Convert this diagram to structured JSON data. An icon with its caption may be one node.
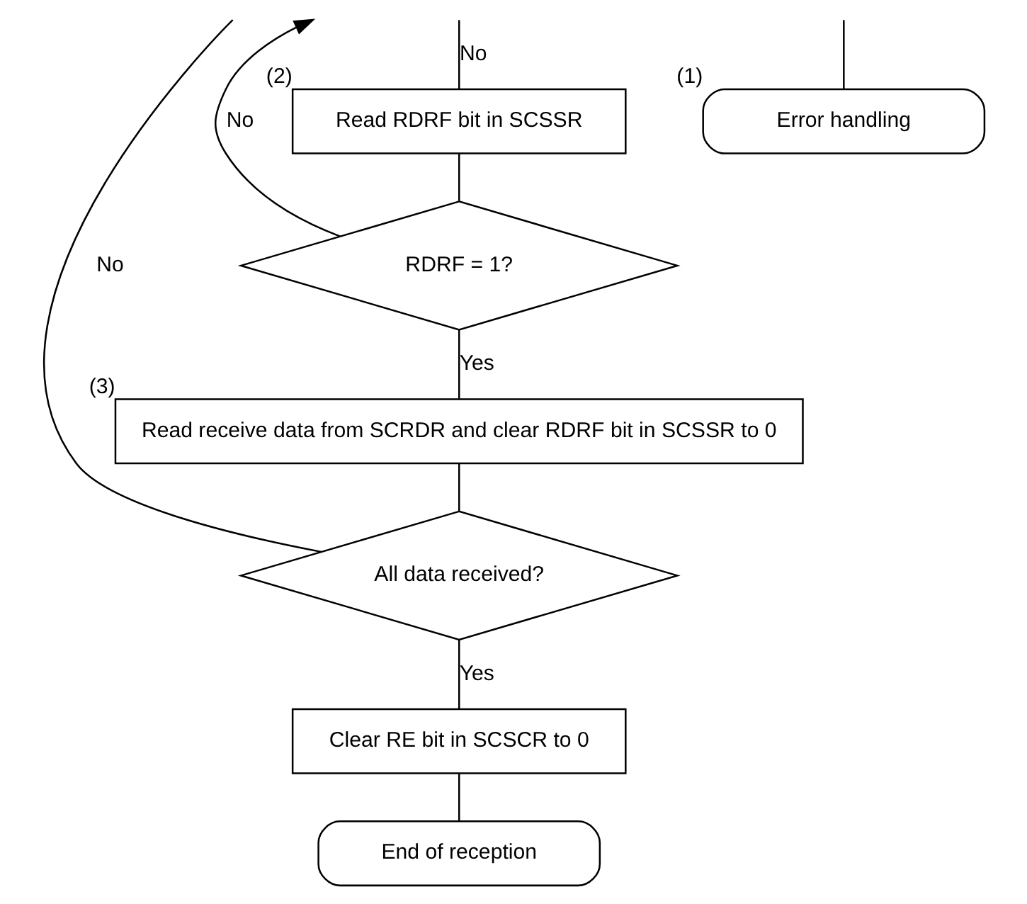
{
  "diagram": {
    "nodes": [
      {
        "text": [
          "Read RDRF bit in SCSSR"
        ],
        "beside": [
          "(2)"
        ]
      },
      {
        "text": [
          "Error handling"
        ],
        "beside": [
          "(1)"
        ]
      },
      {
        "text": [
          "RDRF = 1?"
        ]
      },
      {
        "text": [
          "Read receive data from SCRDR and clear RDRF bit in SCSSR to 0"
        ],
        "beside": [
          "(3)"
        ]
      },
      {
        "text": [
          "All data received?"
        ]
      },
      {
        "text": [
          "Clear RE bit in SCSCR to 0"
        ]
      },
      {
        "text": [
          "End of reception"
        ]
      }
    ],
    "edges": [
      {
        "from": null,
        "to": 0,
        "arrow": "none",
        "label": "No"
      },
      {
        "from": null,
        "to": 1,
        "arrow": "none"
      },
      {
        "from": 0,
        "to": 2,
        "arrow": "none"
      },
      {
        "from": 2,
        "to": null,
        "arrow": "to",
        "label": "No"
      },
      {
        "from": 2,
        "to": 3,
        "arrow": "none",
        "label": "Yes"
      },
      {
        "from": 3,
        "to": 4,
        "arrow": "none"
      },
      {
        "from": 4,
        "to": null,
        "arrow": "none",
        "label": "No"
      },
      {
        "from": 4,
        "to": 5,
        "arrow": "none",
        "label": "Yes"
      },
      {
        "from": 5,
        "to": 6,
        "arrow": "none"
      }
    ]
  }
}
